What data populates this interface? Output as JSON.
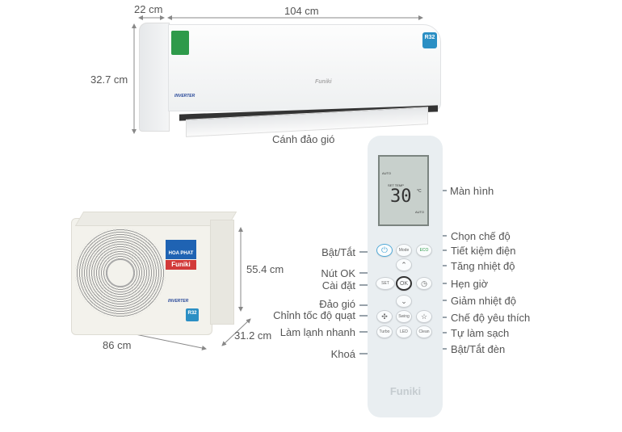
{
  "indoor": {
    "depth": "22 cm",
    "width": "104 cm",
    "height": "32.7 cm",
    "flap_label": "Cánh đảo gió",
    "brand": "Funiki",
    "refrigerant": "R32",
    "inverter": "INVERTER"
  },
  "outdoor": {
    "height": "55.4 cm",
    "width": "86 cm",
    "depth": "31.2 cm",
    "logo_top": "HOA PHAT",
    "logo_bottom": "Funiki",
    "inverter": "INVERTER",
    "refrigerant": "R32"
  },
  "remote": {
    "brand": "Funiki",
    "display": {
      "temp": "30",
      "unit": "°C",
      "set_temp": "SET TEMP",
      "mode": "AUTO",
      "fan": "AUTO"
    },
    "buttons": {
      "mode": "Mode",
      "eco": "ECO",
      "set": "SET",
      "ok": "OK",
      "swing": "Swing",
      "turbo": "Turbo",
      "led": "LED",
      "clean": "Clean"
    },
    "labels_right": [
      "Màn hình",
      "Chọn chế độ",
      "Tiết kiệm điện",
      "Tăng nhiệt độ",
      "Hẹn giờ",
      "Giảm nhiệt độ",
      "Chế độ yêu thích",
      "Tự làm sạch",
      "Bật/Tắt đèn"
    ],
    "labels_left": [
      "Bật/Tắt",
      "Nút OK",
      "Cài đặt",
      "Đảo gió",
      "Chỉnh tốc độ quạt",
      "Làm lạnh nhanh",
      "Khoá"
    ]
  },
  "colors": {
    "power_button": "#4fa9d8",
    "label_green": "#2e9a4a",
    "r32_badge": "#2b8fc4",
    "hoaphat_blue": "#1f63b3",
    "funiki_red": "#d23a3a",
    "leader_line": "#5a6a78"
  }
}
